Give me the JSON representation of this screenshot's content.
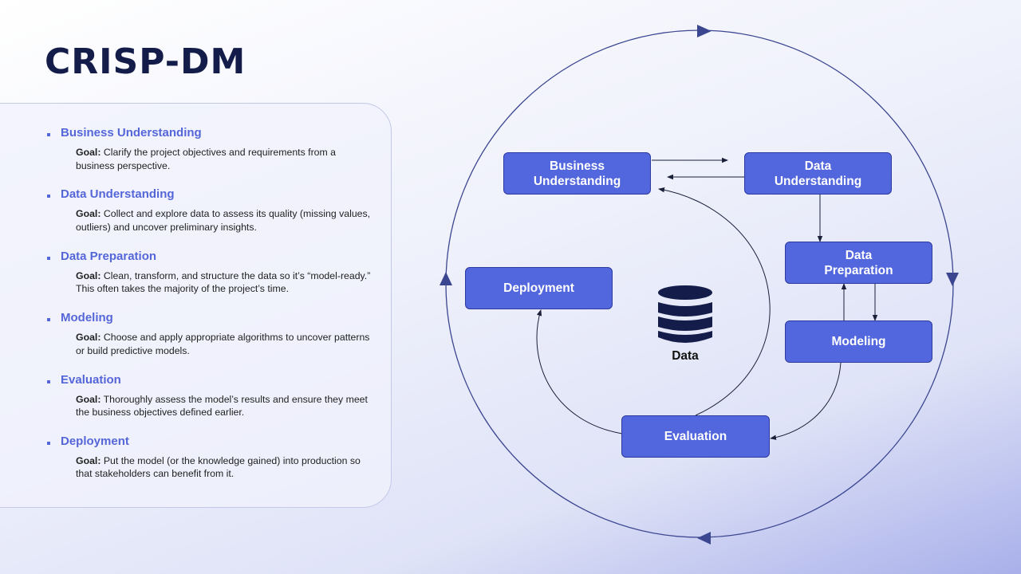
{
  "title": "CRISP-DM",
  "phases": [
    {
      "heading": "Business Understanding",
      "goal_label": "Goal:",
      "goal_text": "Clarify the project objectives and requirements from a business perspective."
    },
    {
      "heading": "Data Understanding",
      "goal_label": "Goal:",
      "goal_text": "Collect and explore data to assess its quality (missing values, outliers) and uncover preliminary insights."
    },
    {
      "heading": "Data Preparation",
      "goal_label": "Goal:",
      "goal_text": "Clean, transform, and structure the data so it’s “model-ready.” This often takes the majority of the project’s time."
    },
    {
      "heading": "Modeling",
      "goal_label": "Goal:",
      "goal_text": "Choose and apply appropriate algorithms to uncover patterns or build predictive models."
    },
    {
      "heading": "Evaluation",
      "goal_label": "Goal:",
      "goal_text": "Thoroughly assess the model’s results and ensure they meet the business objectives defined earlier."
    },
    {
      "heading": "Deployment",
      "goal_label": "Goal:",
      "goal_text": "Put the model (or the knowledge gained) into production so that stakeholders can benefit from it."
    }
  ],
  "diagram": {
    "business_understanding": "Business Understanding",
    "data_understanding": "Data Understanding",
    "data_preparation": "Data Preparation",
    "modeling": "Modeling",
    "evaluation": "Evaluation",
    "deployment": "Deployment",
    "center_label": "Data",
    "center_icon": "database-icon"
  },
  "colors": {
    "title": "#141c4a",
    "accent": "#5566d8",
    "box_fill": "#5266dd",
    "box_border": "#2d3a9e",
    "cycle_line": "#3b4690"
  }
}
